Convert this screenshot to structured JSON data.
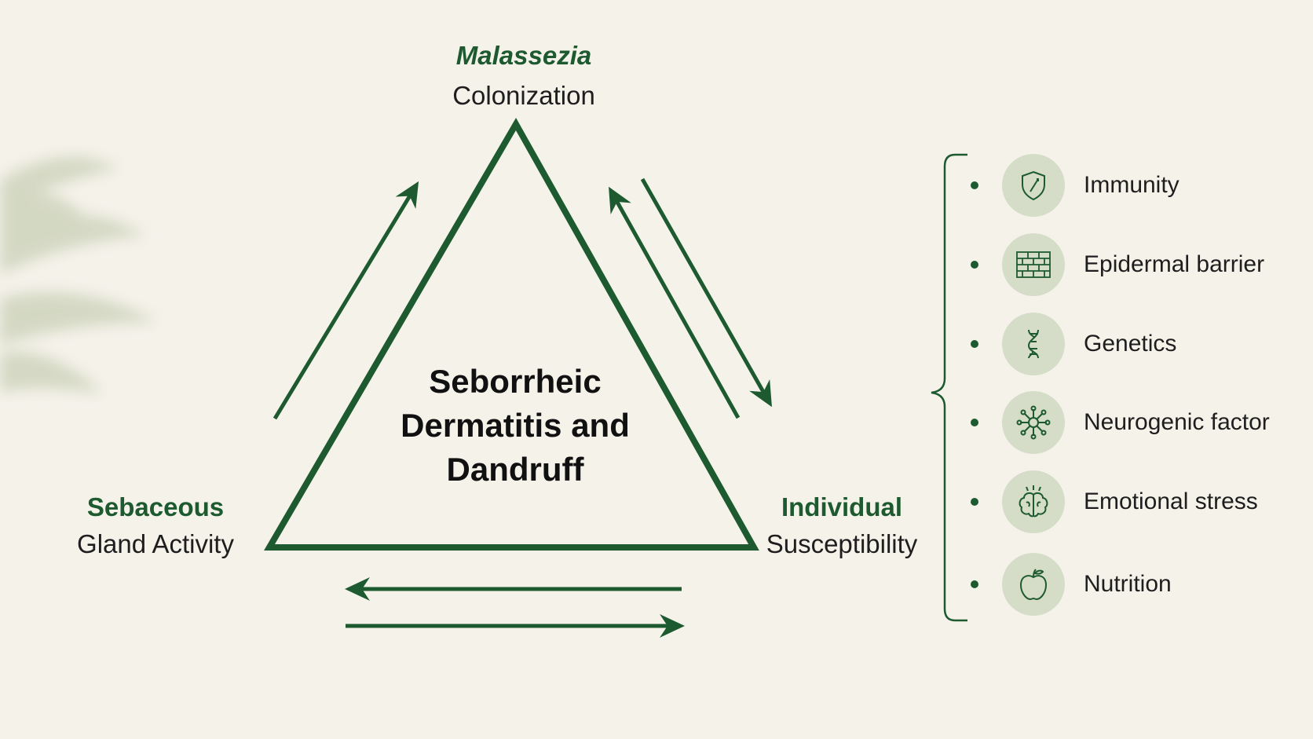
{
  "diagram": {
    "center": {
      "lines": [
        "Seborrheic",
        "Dermatitis and",
        "Dandruff"
      ]
    },
    "vertices": {
      "top": {
        "title": "Malassezia",
        "subtitle": "Colonization"
      },
      "left": {
        "title": "Sebaceous",
        "subtitle": "Gland Activity"
      },
      "right": {
        "title": "Individual",
        "subtitle": "Susceptibility"
      }
    },
    "factors": [
      {
        "label": "Immunity",
        "icon": "shield-icon"
      },
      {
        "label": "Epidermal barrier",
        "icon": "brick-wall-icon"
      },
      {
        "label": "Genetics",
        "icon": "dna-icon"
      },
      {
        "label": "Neurogenic factor",
        "icon": "neuron-icon"
      },
      {
        "label": "Emotional stress",
        "icon": "brain-icon"
      },
      {
        "label": "Nutrition",
        "icon": "apple-icon"
      }
    ],
    "colors": {
      "primary_green": "#1d5a30",
      "background": "#f5f2ea",
      "icon_circle": "#d5ddc8"
    }
  }
}
